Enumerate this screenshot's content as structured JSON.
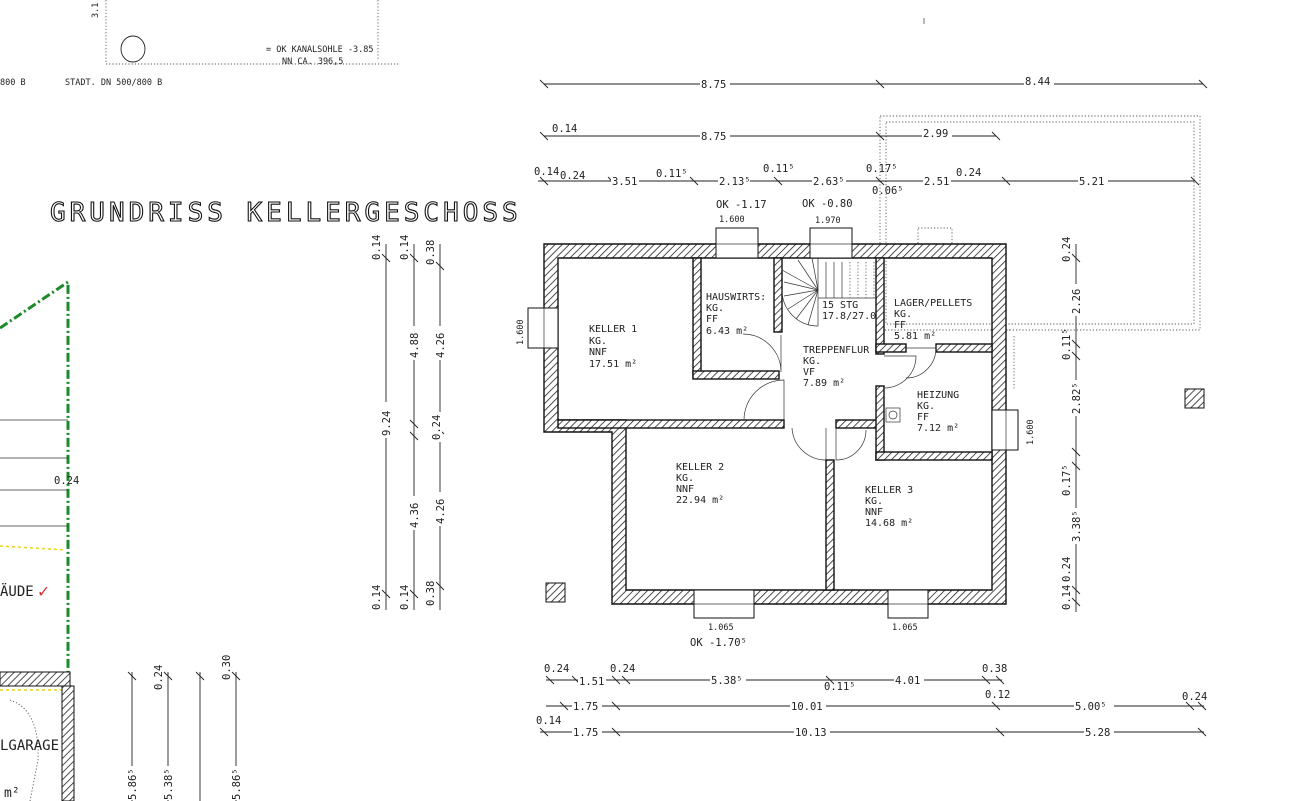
{
  "title": "GRUNDRISS KELLERGESCHOSS",
  "top_notes": {
    "left_size": "800 B",
    "pipe_label": "STADT. DN 500/800 B",
    "kanalsohle": "= OK KANALSOHLE -3.85",
    "nn": "NN CA. 396,5",
    "corner_dim": "3.1"
  },
  "rooms": [
    {
      "name": "KELLER 1",
      "l1": "KG.",
      "l2": "NNF",
      "area": "17.51 m²"
    },
    {
      "name": "HAUSWIRTS:",
      "l1": "KG.",
      "l2": "FF",
      "area": "6.43 m²"
    },
    {
      "name": "TREPPENFLUR",
      "l1": "KG.",
      "l2": "VF",
      "area": "7.89 m²"
    },
    {
      "name": "LAGER/PELLETS",
      "l1": "KG.",
      "l2": "FF",
      "area": "5.81 m²"
    },
    {
      "name": "HEIZUNG",
      "l1": "KG.",
      "l2": "FF",
      "area": "7.12 m²"
    },
    {
      "name": "KELLER 2",
      "l1": "KG.",
      "l2": "NNF",
      "area": "22.94 m²"
    },
    {
      "name": "KELLER 3",
      "l1": "KG.",
      "l2": "NNF",
      "area": "14.68 m²"
    }
  ],
  "stairs": {
    "steps": "15 STG",
    "ratio": "17.8/27.0"
  },
  "windows": {
    "ok_left": "OK -1.17",
    "w_left": "1.600",
    "ok_right": "OK -0.80",
    "w_right": "1.970",
    "west": "1.600",
    "east": "1.600",
    "bottom_left": "1.065",
    "bottom_right": "1.065",
    "ok_bottom": "OK -1.70⁵"
  },
  "dims_top": {
    "r1a": "8.75",
    "r1b": "8.44",
    "r2a": "0.14",
    "r2b": "8.75",
    "r2c": "2.99",
    "r3": [
      "0.14",
      "0.24",
      "3.51",
      "0.11⁵",
      "2.13⁵",
      "0.11⁵",
      "2.63⁵",
      "0.17⁵",
      "0.06⁵",
      "2.51",
      "0.24",
      "5.21"
    ]
  },
  "dims_bottom": {
    "r1": [
      "0.24",
      "1.51",
      "0.24",
      "5.38⁵",
      "0.11⁵",
      "4.01",
      "0.38"
    ],
    "r2": [
      "1.75",
      "10.01",
      "0.12",
      "5.00⁵",
      "0.24"
    ],
    "r3": [
      "0.14",
      "1.75",
      "10.13",
      "5.28"
    ]
  },
  "dims_left": {
    "c1": [
      "0.14",
      "9.24",
      "0.14"
    ],
    "c2": [
      "0.14",
      "4.88",
      "0.24",
      "4.36",
      "0.14"
    ],
    "c3": [
      "0.38",
      "4.26",
      "4.26",
      "0.38"
    ]
  },
  "dims_right": [
    "0.24",
    "2.26",
    "0.11⁵",
    "2.82⁵",
    "0.17⁵",
    "3.38⁵",
    "0.24",
    "0.14"
  ],
  "neighbor": {
    "dim": "0.24",
    "text": "ÄUDE",
    "check": "✓",
    "garage": "LGARAGE",
    "m2": "m²",
    "cols": [
      "5.86⁵",
      "5.38⁵",
      "5.86⁵"
    ],
    "top": [
      "0.24",
      "0.30"
    ]
  },
  "colors": {
    "ink": "#222222",
    "boundary": "#1a8a2a",
    "check": "#e03030",
    "yellow": "#e8d21a"
  }
}
